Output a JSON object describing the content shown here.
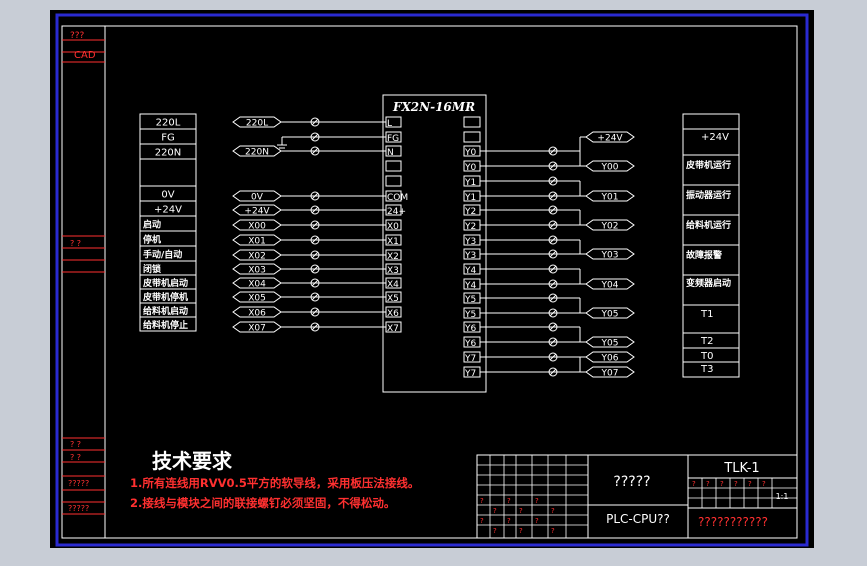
{
  "plc": {
    "model": "FX2N-16MR"
  },
  "inputs": [
    {
      "terminal": "L",
      "bus": "220L"
    },
    {
      "terminal": "FG",
      "bus": ""
    },
    {
      "terminal": "N",
      "bus": "220N"
    },
    {
      "terminal": "",
      "bus": ""
    },
    {
      "terminal": "",
      "bus": ""
    },
    {
      "terminal": "COM",
      "bus": "0V"
    },
    {
      "terminal": "24+",
      "bus": "+24V"
    },
    {
      "terminal": "X0",
      "bus": "X00"
    },
    {
      "terminal": "X1",
      "bus": "X01"
    },
    {
      "terminal": "X2",
      "bus": "X02"
    },
    {
      "terminal": "X3",
      "bus": "X03"
    },
    {
      "terminal": "X4",
      "bus": "X04"
    },
    {
      "terminal": "X5",
      "bus": "X05"
    },
    {
      "terminal": "X6",
      "bus": "X06"
    },
    {
      "terminal": "X7",
      "bus": "X07"
    }
  ],
  "left_table": [
    "220L",
    "FG",
    "220N",
    "",
    "0V",
    "+24V",
    "启动",
    "停机",
    "手动/自动",
    "闭锁",
    "皮带机启动",
    "皮带机停机",
    "给料机启动",
    "给料机停止"
  ],
  "outputs": [
    {
      "terminal": "",
      "bus": ""
    },
    {
      "terminal": "",
      "bus": ""
    },
    {
      "terminal": "Y0",
      "bus": "+24V"
    },
    {
      "terminal": "Y0",
      "bus": ""
    },
    {
      "terminal": "Y1",
      "bus": "Y00"
    },
    {
      "terminal": "Y1",
      "bus": ""
    },
    {
      "terminal": "Y2",
      "bus": "Y01"
    },
    {
      "terminal": "Y2",
      "bus": ""
    },
    {
      "terminal": "Y3",
      "bus": "Y02"
    },
    {
      "terminal": "Y3",
      "bus": ""
    },
    {
      "terminal": "Y4",
      "bus": "Y03"
    },
    {
      "terminal": "Y4",
      "bus": ""
    },
    {
      "terminal": "Y5",
      "bus": "Y04"
    },
    {
      "terminal": "Y5",
      "bus": ""
    },
    {
      "terminal": "Y6",
      "bus": "Y05"
    },
    {
      "terminal": "Y6",
      "bus": "Y06"
    },
    {
      "terminal": "Y7",
      "bus": "Y07"
    },
    {
      "terminal": "Y7",
      "bus": ""
    }
  ],
  "right_table": [
    "+24V",
    "皮带机运行",
    "振动器运行",
    "给料机运行",
    "故障报警",
    "变频器启动",
    "T1",
    "T2",
    "T0",
    "T3"
  ],
  "tech": {
    "title": "技术要求",
    "line1": "1.所有连线用RVV0.5平方的软导线，采用板压法接线。",
    "line2": "2.接线与模块之间的联接螺钉必须坚固，不得松动。"
  },
  "title_block": {
    "name": "?????",
    "subtitle": "PLC-CPU??",
    "code": "TLK-1",
    "company": "???????????",
    "scale": "1:1"
  },
  "margin_labels": {
    "top1": "???",
    "top2": "CAD",
    "mid": "?  ?",
    "low1": "?  ?",
    "low2": "?  ?",
    "low3": "?????",
    "low4": "?????"
  },
  "colors": {
    "background": "#000000",
    "line": "#ffffff",
    "accent": "#ff3030",
    "frame": "#2020c0"
  }
}
